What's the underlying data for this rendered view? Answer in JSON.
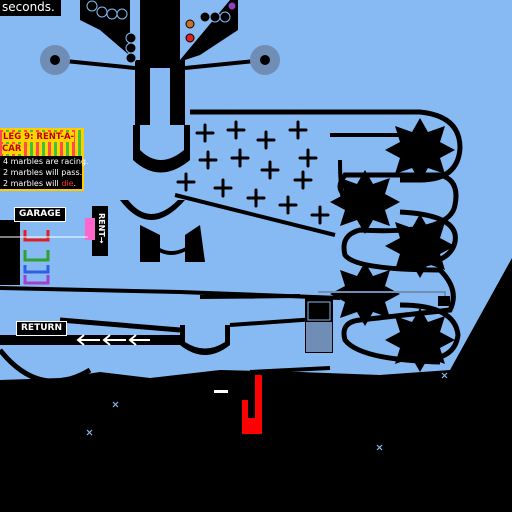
{
  "hud": {
    "top_note": "seconds."
  },
  "leg_panel": {
    "title": "LEG 9: RENT-A-CAR",
    "line1": "4 marbles are racing.",
    "line2": "2 marbles will pass.",
    "line3_prefix": "2 marbles will ",
    "line3_emph": "die",
    "line3_suffix": "."
  },
  "signs": {
    "garage": "GARAGE",
    "return": "RETURN",
    "rent": "RENT→"
  },
  "colors": {
    "background": "#87b9f3",
    "track": "#000000",
    "finish_red": "#ff0000",
    "leg_banner": "#ffd400",
    "die_text": "#ff3030"
  }
}
